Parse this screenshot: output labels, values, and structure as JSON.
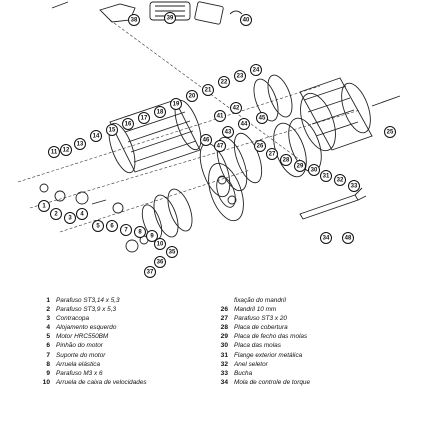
{
  "callouts": [
    "1",
    "2",
    "3",
    "4",
    "5",
    "6",
    "7",
    "8",
    "9",
    "10",
    "11",
    "12",
    "13",
    "14",
    "15",
    "16",
    "17",
    "18",
    "19",
    "20",
    "21",
    "22",
    "23",
    "24",
    "25",
    "26",
    "27",
    "28",
    "29",
    "30",
    "31",
    "32",
    "33",
    "34",
    "35",
    "36",
    "37",
    "38",
    "39",
    "40",
    "41",
    "42",
    "43",
    "44",
    "45",
    "46",
    "47",
    "48"
  ],
  "legend": {
    "left": [
      {
        "num": "1",
        "desc": "Parafuso ST3,14 x 5,3"
      },
      {
        "num": "2",
        "desc": "Parafuso ST3,9 x 5,3"
      },
      {
        "num": "3",
        "desc": "Contracopa"
      },
      {
        "num": "4",
        "desc": "Alojamento esquerdo"
      },
      {
        "num": "5",
        "desc": "Motor HRC550BM"
      },
      {
        "num": "6",
        "desc": "Pinhão do motor"
      },
      {
        "num": "7",
        "desc": "Suporte do motor"
      },
      {
        "num": "8",
        "desc": "Arruela elástica"
      },
      {
        "num": "9",
        "desc": "Parafuso M3 x 6"
      },
      {
        "num": "10",
        "desc": "Arruela de caixa de velocidades"
      }
    ],
    "right": [
      {
        "num": "",
        "desc": "fixação do mandril"
      },
      {
        "num": "26",
        "desc": "Mandril 10 mm"
      },
      {
        "num": "27",
        "desc": "Parafuso ST3 x 20"
      },
      {
        "num": "28",
        "desc": "Placa de cobertura"
      },
      {
        "num": "29",
        "desc": "Placa de fecho das molas"
      },
      {
        "num": "30",
        "desc": "Placa das molas"
      },
      {
        "num": "31",
        "desc": "Flange exterior metálica"
      },
      {
        "num": "32",
        "desc": "Anel seletor"
      },
      {
        "num": "33",
        "desc": "Bucha"
      },
      {
        "num": "34",
        "desc": "Mola de controle de torque"
      }
    ]
  }
}
